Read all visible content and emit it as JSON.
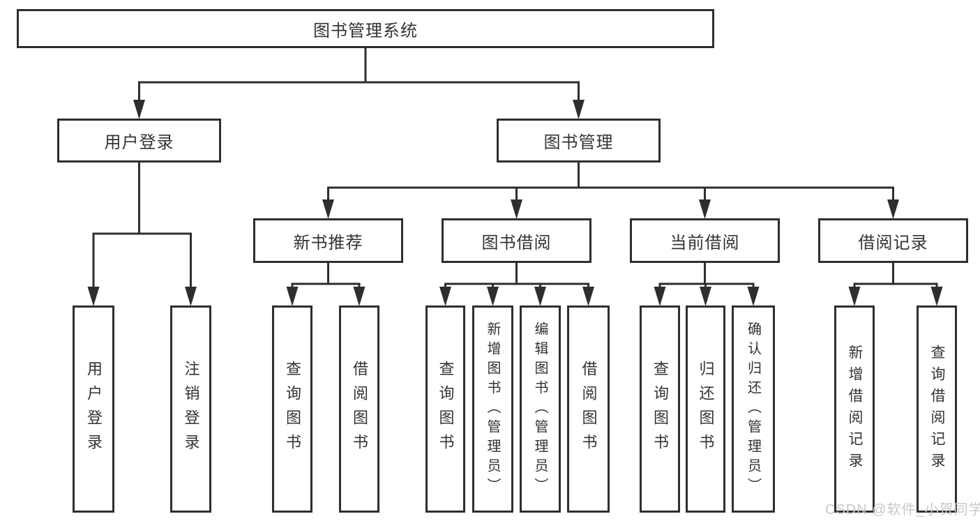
{
  "diagram": {
    "title": "图书管理系统",
    "watermark": "CSDN @软件_小贺同学",
    "colors": {
      "line": "#2e2e2e",
      "box_border": "#2e2e2e",
      "text": "#333333",
      "watermark": "#c8c8c8",
      "background": "#ffffff"
    },
    "nodes": [
      {
        "id": "root",
        "label": "图书管理系统",
        "parent": null,
        "orientation": "horizontal"
      },
      {
        "id": "user-login",
        "label": "用户登录",
        "parent": "root",
        "orientation": "horizontal"
      },
      {
        "id": "book-management",
        "label": "图书管理",
        "parent": "root",
        "orientation": "horizontal"
      },
      {
        "id": "user-login-action",
        "label": "用户登录",
        "parent": "user-login",
        "orientation": "vertical"
      },
      {
        "id": "logout-action",
        "label": "注销登录",
        "parent": "user-login",
        "orientation": "vertical"
      },
      {
        "id": "new-book-recommend",
        "label": "新书推荐",
        "parent": "book-management",
        "orientation": "horizontal"
      },
      {
        "id": "book-borrowing",
        "label": "图书借阅",
        "parent": "book-management",
        "orientation": "horizontal"
      },
      {
        "id": "current-borrowing",
        "label": "当前借阅",
        "parent": "book-management",
        "orientation": "horizontal"
      },
      {
        "id": "borrowing-records",
        "label": "借阅记录",
        "parent": "book-management",
        "orientation": "horizontal"
      },
      {
        "id": "query-books-recommend",
        "label": "查询图书",
        "parent": "new-book-recommend",
        "orientation": "vertical"
      },
      {
        "id": "borrow-books-recommend",
        "label": "借阅图书",
        "parent": "new-book-recommend",
        "orientation": "vertical"
      },
      {
        "id": "query-books-borrowing",
        "label": "查询图书",
        "parent": "book-borrowing",
        "orientation": "vertical"
      },
      {
        "id": "add-books-admin",
        "label": "新增图书（管理员）",
        "parent": "book-borrowing",
        "orientation": "vertical"
      },
      {
        "id": "edit-books-admin",
        "label": "编辑图书（管理员）",
        "parent": "book-borrowing",
        "orientation": "vertical"
      },
      {
        "id": "borrow-books-borrowing",
        "label": "借阅图书",
        "parent": "book-borrowing",
        "orientation": "vertical"
      },
      {
        "id": "query-books-current",
        "label": "查询图书",
        "parent": "current-borrowing",
        "orientation": "vertical"
      },
      {
        "id": "return-books",
        "label": "归还图书",
        "parent": "current-borrowing",
        "orientation": "vertical"
      },
      {
        "id": "confirm-return-admin",
        "label": "确认归还（管理员）",
        "parent": "current-borrowing",
        "orientation": "vertical"
      },
      {
        "id": "add-borrowing-record",
        "label": "新增借阅记录",
        "parent": "borrowing-records",
        "orientation": "vertical"
      },
      {
        "id": "query-borrowing-record",
        "label": "查询借阅记录",
        "parent": "borrowing-records",
        "orientation": "vertical"
      }
    ]
  }
}
